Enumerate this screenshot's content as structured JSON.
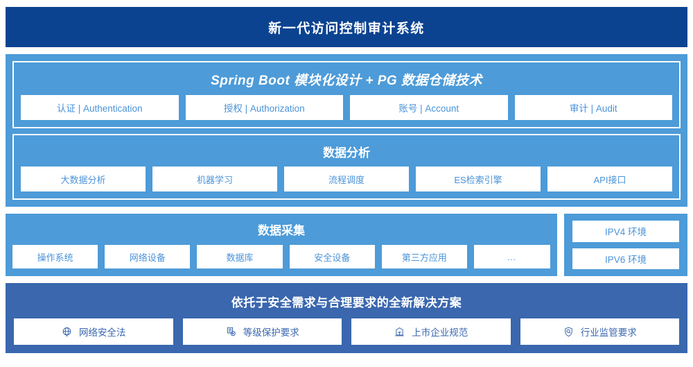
{
  "header": {
    "title": "新一代访问控制审计系统"
  },
  "platform": {
    "title": "Spring Boot 模块化设计 + PG 数据仓储技术",
    "items": [
      {
        "label": "认证 | Authentication"
      },
      {
        "label": "授权 | Authorization"
      },
      {
        "label": "账号 | Account"
      },
      {
        "label": "审计 | Audit"
      }
    ]
  },
  "analysis": {
    "title": "数据分析",
    "items": [
      {
        "label": "大数据分析"
      },
      {
        "label": "机器学习"
      },
      {
        "label": "流程调度"
      },
      {
        "label": "ES检索引擎"
      },
      {
        "label": "API接口"
      }
    ]
  },
  "collection": {
    "title": "数据采集",
    "items": [
      {
        "label": "操作系统"
      },
      {
        "label": "网络设备"
      },
      {
        "label": "数据库"
      },
      {
        "label": "安全设备"
      },
      {
        "label": "第三方应用"
      },
      {
        "label": "…"
      }
    ]
  },
  "environment": {
    "items": [
      {
        "label": "IPV4 环境"
      },
      {
        "label": "IPV6 环境"
      }
    ]
  },
  "compliance": {
    "title": "依托于安全需求与合理要求的全新解决方案",
    "items": [
      {
        "label": "网络安全法",
        "icon": "globe-icon"
      },
      {
        "label": "等级保护要求",
        "icon": "document-check-icon"
      },
      {
        "label": "上市企业规范",
        "icon": "bank-icon"
      },
      {
        "label": "行业监管要求",
        "icon": "shield-search-icon"
      }
    ]
  },
  "colors": {
    "header_navy": "#0b4391",
    "panel_blue": "#4d9bd8",
    "bottom_blue": "#3a67ae",
    "chip_text_blue": "#4b93d8",
    "chip_bg": "#ffffff"
  }
}
